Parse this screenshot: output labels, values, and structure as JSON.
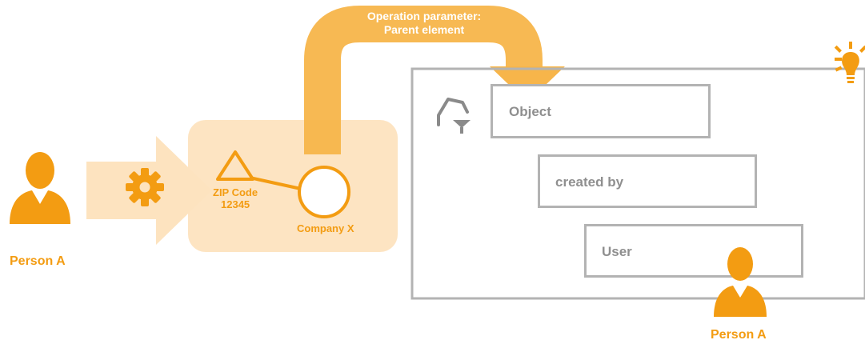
{
  "diagram": {
    "left_person_label": "Person A",
    "zip_label_line1": "ZIP Code",
    "zip_label_line2": "12345",
    "company_label": "Company X",
    "operation_label_line1": "Operation parameter:",
    "operation_label_line2": "Parent element",
    "hierarchy": {
      "object": "Object",
      "created_by": "created by",
      "user": "User"
    },
    "right_person_label": "Person A"
  },
  "icons": [
    "person-icon",
    "gear-icon",
    "triangle-icon",
    "circle-icon",
    "filter-icon",
    "lightbulb-icon"
  ],
  "colors": {
    "accent": "#f39c12",
    "accent_light": "#fde3bf",
    "arrow": "#f7b54a",
    "box_border": "#b3b3b3",
    "box_text": "#8f8f8f"
  }
}
